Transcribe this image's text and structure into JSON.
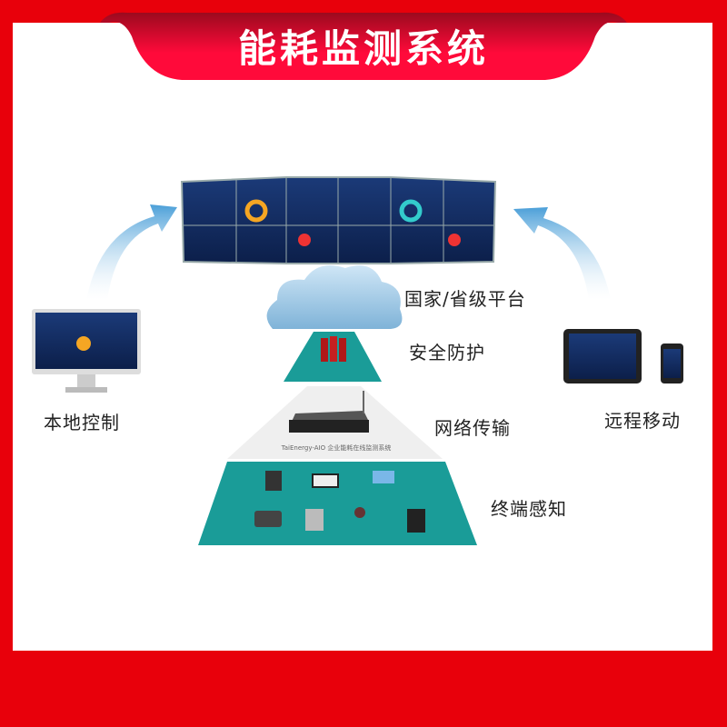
{
  "banner": {
    "title": "能耗监测系统"
  },
  "layers": [
    {
      "label": "国家/省级平台",
      "icon": "cloud-icon"
    },
    {
      "label": "安全防护",
      "icon": "firewall-icon"
    },
    {
      "label": "网络传输",
      "icon": "gateway-server-icon",
      "device_label": "TaiEnergy-AIO 企业能耗在线监测系统"
    },
    {
      "label": "终端感知",
      "icon": "sensor-devices-icon"
    }
  ],
  "sides": {
    "left": "本地控制",
    "right": "远程移动"
  },
  "colors": {
    "frame": "#e8000b",
    "banner": "#ff0a3a",
    "teal": "#1a9c98",
    "arrow": "#5aa9dc"
  }
}
